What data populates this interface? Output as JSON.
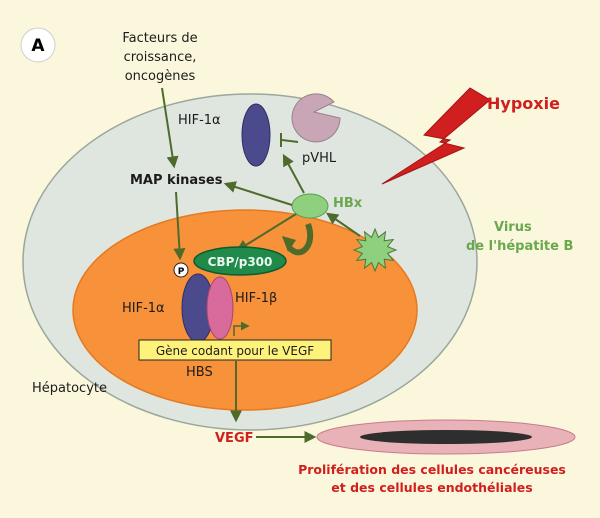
{
  "panel_letter": "A",
  "labels": {
    "growth_factors": [
      "Facteurs de",
      "croissance,",
      "oncogènes"
    ],
    "map_kinases": "MAP kinases",
    "hif1a_top": "HIF-1α",
    "pvhl": "pVHL",
    "hbx": "HBx",
    "hypoxie": "Hypoxie",
    "virus": [
      "Virus",
      "de l'hépatite B"
    ],
    "cbp": "CBP/p300",
    "p": "P",
    "hif1a_nuc": "HIF-1α",
    "hif1b": "HIF-1β",
    "gene": "Gène codant pour le VEGF",
    "hbs": "HBS",
    "hepatocyte": "Hépatocyte",
    "vegf": "VEGF",
    "proliferation": [
      "Prolifération des cellules cancéreuses",
      "et des cellules endothéliales"
    ]
  },
  "colors": {
    "background": "#fbf7dc",
    "cell": "#dfe6e0",
    "cell_stroke": "#9aa79c",
    "nucleus": "#f7923a",
    "nucleus_stroke": "#e57a20",
    "arrow": "#4e6b2c",
    "hif1a": "#4b4a8c",
    "hif1b": "#d96a9c",
    "pvhl": "#c9a6b5",
    "hbx": "#8fd07f",
    "cbp": "#1f8a4a",
    "gene_box": "#fff27a",
    "lightning": "#d11e1e",
    "vessel": "#e9b1b8",
    "vessel_lumen": "#2e2e2e"
  }
}
